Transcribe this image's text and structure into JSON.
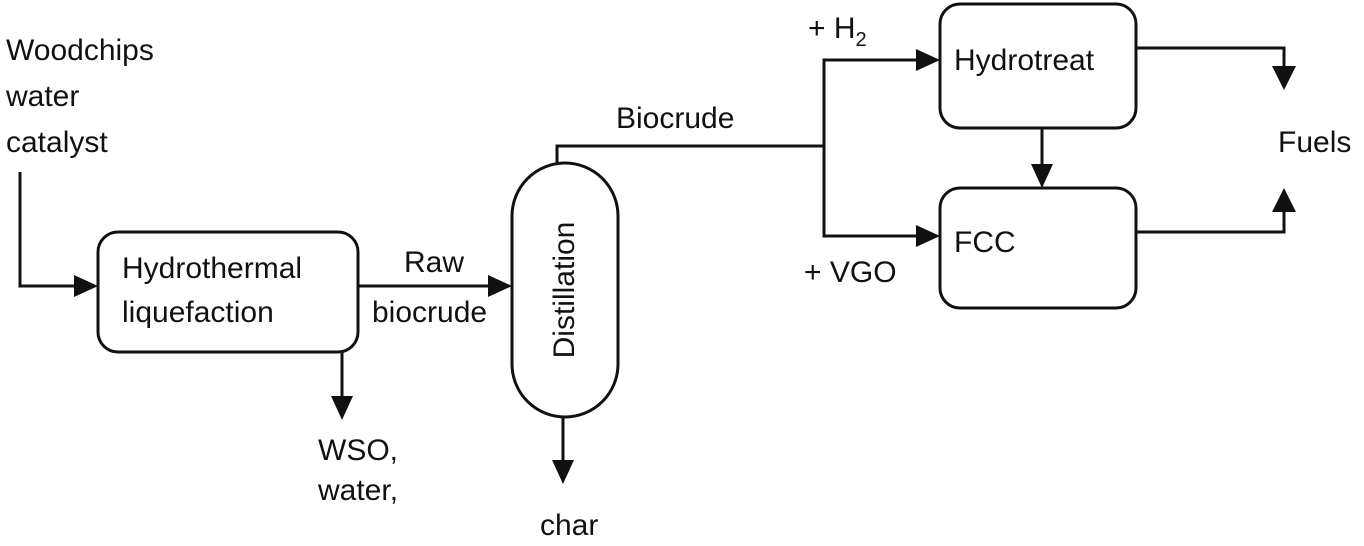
{
  "inputs": {
    "line1": "Woodchips",
    "line2": "water",
    "line3": "catalyst"
  },
  "nodes": {
    "htl": {
      "line1": "Hydrothermal",
      "line2": "liquefaction"
    },
    "distillation": "Distillation",
    "hydrotreat": "Hydrotreat",
    "fcc": "FCC"
  },
  "edge_labels": {
    "raw_biocrude": {
      "line1": "Raw",
      "line2": "biocrude"
    },
    "biocrude": "Biocrude",
    "h2": {
      "prefix": "+ H",
      "subscript": "2"
    },
    "vgo": "+ VGO"
  },
  "outputs": {
    "wso": {
      "line1": "WSO,",
      "line2": "water,"
    },
    "char": "char",
    "fuels": "Fuels"
  },
  "colors": {
    "ink": "#111111",
    "background": "#ffffff"
  }
}
